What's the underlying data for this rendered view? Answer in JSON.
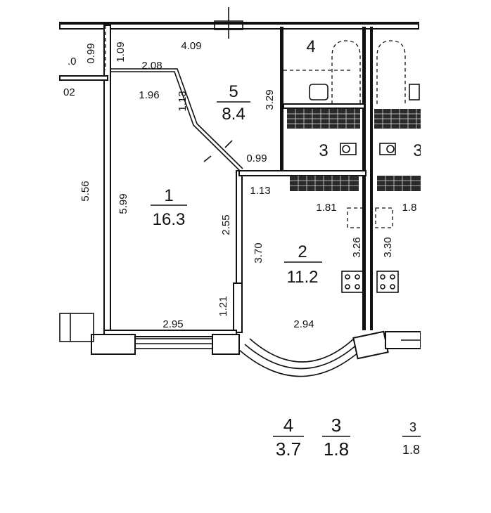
{
  "rooms": [
    {
      "number": "1",
      "area": "16.3"
    },
    {
      "number": "2",
      "area": "11.2"
    },
    {
      "number": "3",
      "area": ""
    },
    {
      "number": "4",
      "area": ""
    },
    {
      "number": "5",
      "area": "8.4"
    }
  ],
  "neighbor_labels": {
    "left_partial_0": ".0",
    "left_partial_02": "02",
    "right_partial_3": "3",
    "right_partial_18": "1.8"
  },
  "dimensions": {
    "d_0_99_left": "0.99",
    "d_1_09": "1.09",
    "d_4_09": "4.09",
    "d_2_08": "2.08",
    "d_1_96": "1.96",
    "d_1_13_diag": "1.13",
    "d_3_29": "3.29",
    "d_0_99_mid": "0.99",
    "d_1_13_h": "1.13",
    "d_5_56": "5.56",
    "d_5_99": "5.99",
    "d_2_55": "2.55",
    "d_3_70": "3.70",
    "d_1_81": "1.81",
    "d_3_26": "3.26",
    "d_3_30": "3.30",
    "d_1_21": "1.21",
    "d_2_95": "2.95",
    "d_2_94": "2.94"
  },
  "legend": [
    {
      "number": "4",
      "area": "3.7"
    },
    {
      "number": "3",
      "area": "1.8"
    },
    {
      "number": "3",
      "area": "1.8"
    }
  ],
  "colors": {
    "ink": "#111111",
    "paper": "#ffffff"
  }
}
